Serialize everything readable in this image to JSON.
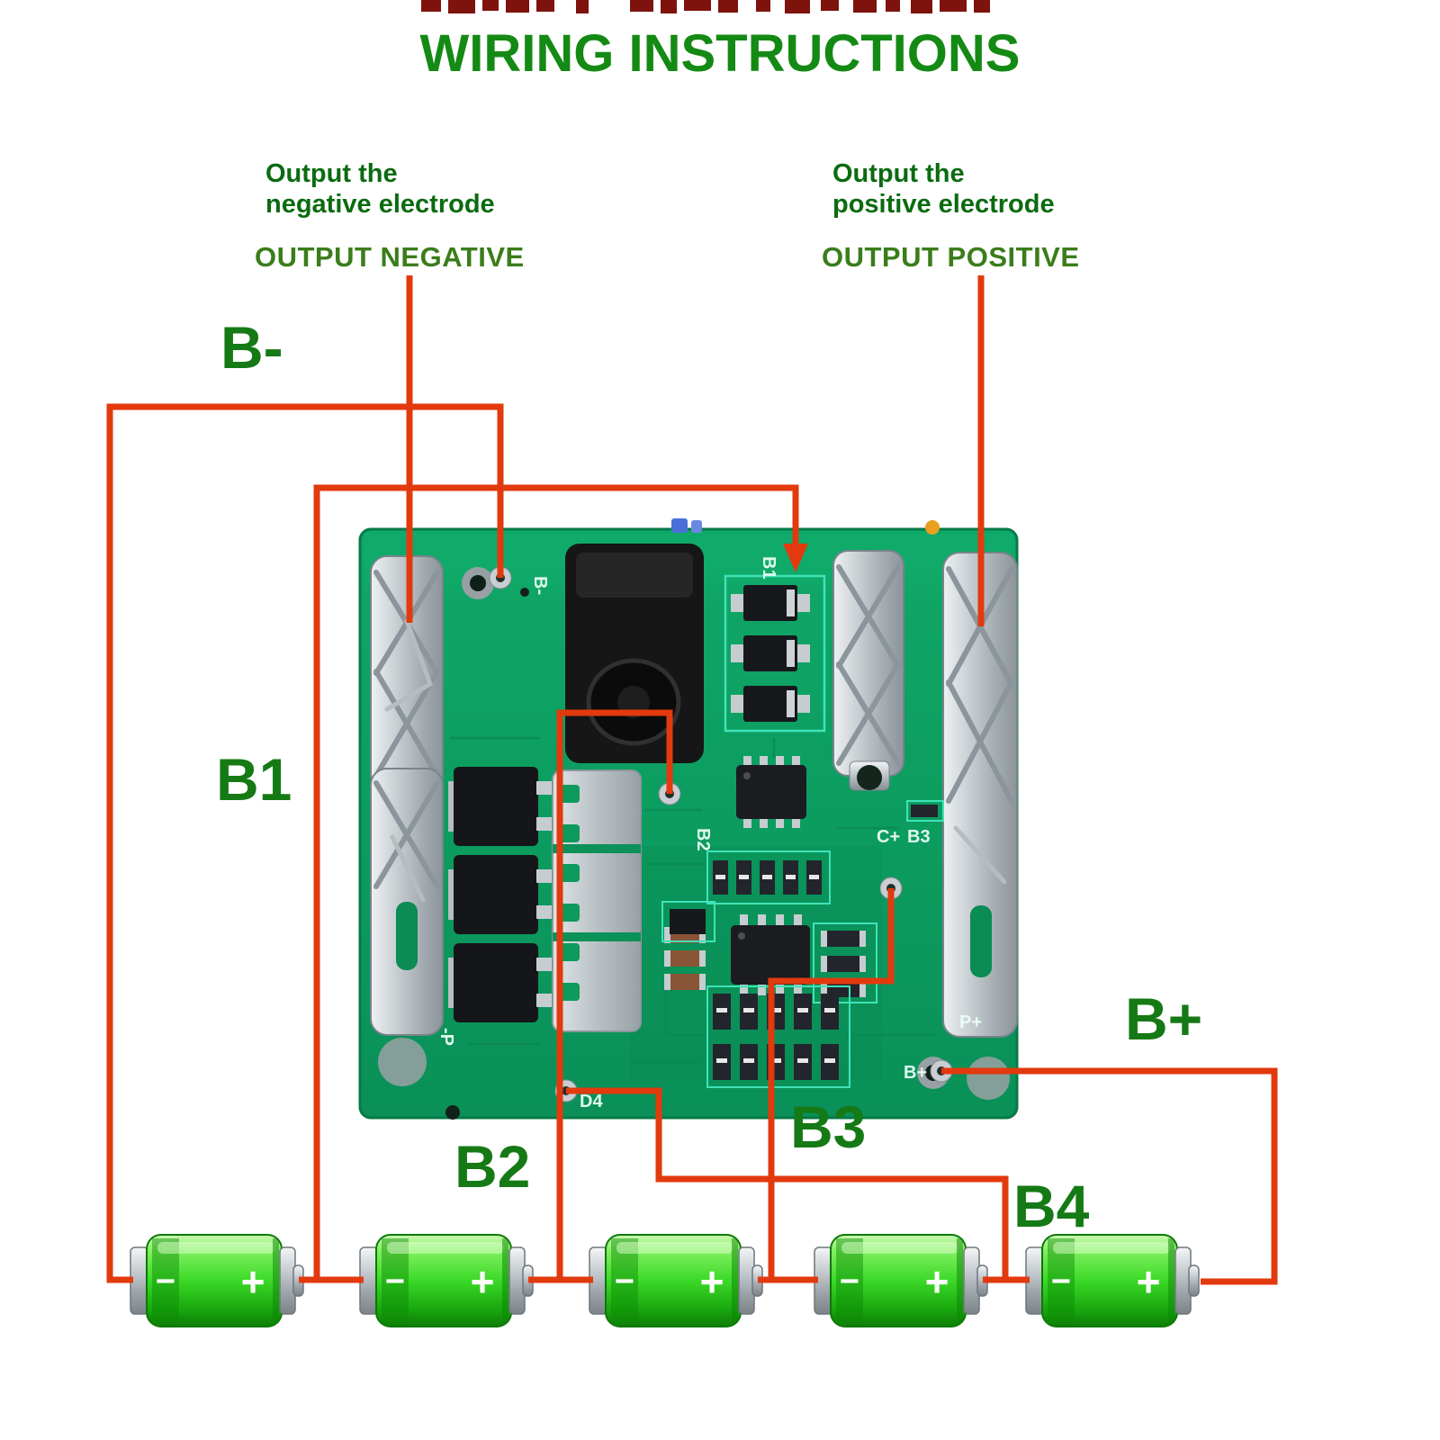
{
  "title": "WIRING INSTRUCTIONS",
  "annotations": {
    "negative": {
      "desc_line1": "Output the",
      "desc_line2": "negative electrode",
      "caps": "OUTPUT NEGATIVE"
    },
    "positive": {
      "desc_line1": "Output the",
      "desc_line2": "positive electrode",
      "caps": "OUTPUT POSITIVE"
    }
  },
  "wire_labels": {
    "b_minus": "B-",
    "b1": "B1",
    "b2": "B2",
    "b3": "B3",
    "b4": "B4",
    "b_plus": "B+"
  },
  "board": {
    "silk": [
      {
        "text": "B-"
      },
      {
        "text": "B1"
      },
      {
        "text": "B2"
      },
      {
        "text": "C+"
      },
      {
        "text": "B3"
      },
      {
        "text": "-P"
      },
      {
        "text": "P+"
      },
      {
        "text": "B+"
      },
      {
        "text": "D4"
      }
    ]
  },
  "battery": {
    "count": 5,
    "minus": "−",
    "plus": "+"
  },
  "colors": {
    "title_green": "#148a14",
    "annotation_green": "#0b6b10",
    "caps_green": "#3a7d1a",
    "label_green": "#157a15",
    "wire_red": "#e23a0e",
    "pcb_green": "#0c9c60",
    "silk_teal": "#3fe3b8",
    "battery_green": "#3bd928",
    "metal_silver": "#c6ccd0"
  }
}
